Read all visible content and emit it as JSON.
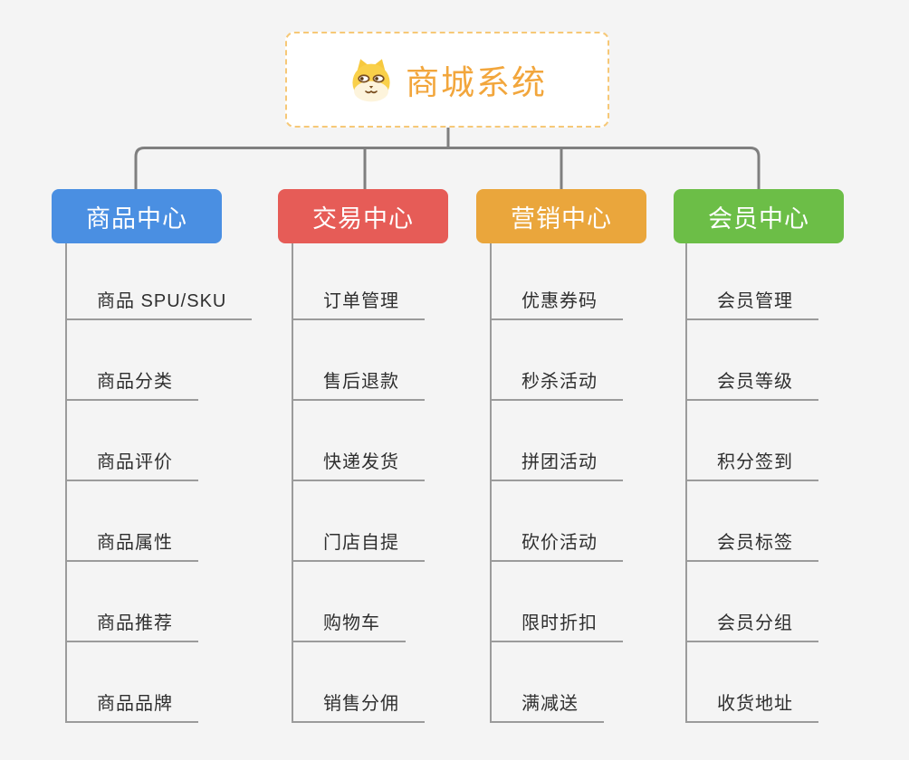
{
  "root": {
    "title": "商城系统",
    "icon": "shiba-dog-icon",
    "accent_color": "#F2A63C",
    "border_color": "#F6C877"
  },
  "branches": [
    {
      "label": "商品中心",
      "color": "#4A8FE2",
      "children": [
        "商品 SPU/SKU",
        "商品分类",
        "商品评价",
        "商品属性",
        "商品推荐",
        "商品品牌"
      ]
    },
    {
      "label": "交易中心",
      "color": "#E65C57",
      "children": [
        "订单管理",
        "售后退款",
        "快递发货",
        "门店自提",
        "购物车",
        "销售分佣"
      ]
    },
    {
      "label": "营销中心",
      "color": "#EAA63C",
      "children": [
        "优惠券码",
        "秒杀活动",
        "拼团活动",
        "砍价活动",
        "限时折扣",
        "满减送"
      ]
    },
    {
      "label": "会员中心",
      "color": "#6CBE47",
      "children": [
        "会员管理",
        "会员等级",
        "积分签到",
        "会员标签",
        "会员分组",
        "收货地址"
      ]
    }
  ],
  "connector_color": "#7F7F7F",
  "branch_line_color": "#9B9B9B"
}
